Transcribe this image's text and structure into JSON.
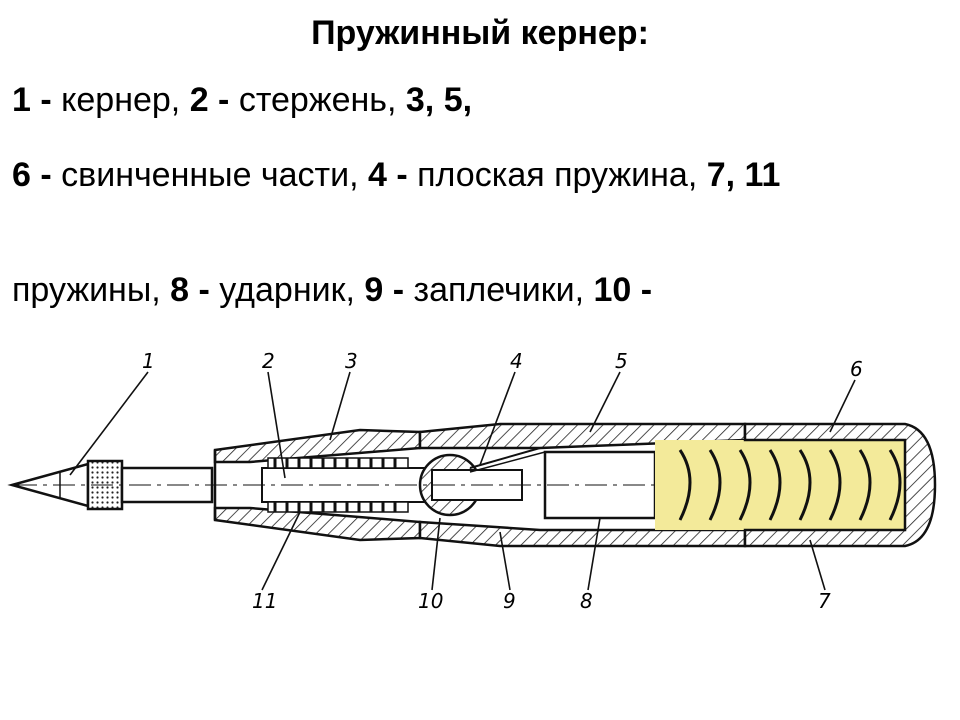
{
  "title": "Пружинный кернер:",
  "legend": {
    "line1": [
      {
        "num": "1 -",
        "text": " кернер, "
      },
      {
        "num": "2 -",
        "text": " стержень, "
      },
      {
        "num": "3, 5,",
        "text": ""
      }
    ],
    "line2": [
      {
        "num": "6 -",
        "text": " свинченные части, "
      },
      {
        "num": "4 -",
        "text": " плоская пружина, "
      },
      {
        "num": "7, 11",
        "text": ""
      }
    ],
    "line3": [
      {
        "num": "",
        "text": "пружины, "
      },
      {
        "num": "8 -",
        "text": " ударник, "
      },
      {
        "num": "9 -",
        "text": " заплечики, "
      },
      {
        "num": "10 -",
        "text": ""
      }
    ]
  },
  "callouts": [
    "1",
    "2",
    "3",
    "4",
    "5",
    "6",
    "7",
    "8",
    "9",
    "10",
    "11"
  ],
  "colors": {
    "spring_highlight": "#f3ea9a",
    "hatch": "#222222",
    "outline": "#111111"
  }
}
